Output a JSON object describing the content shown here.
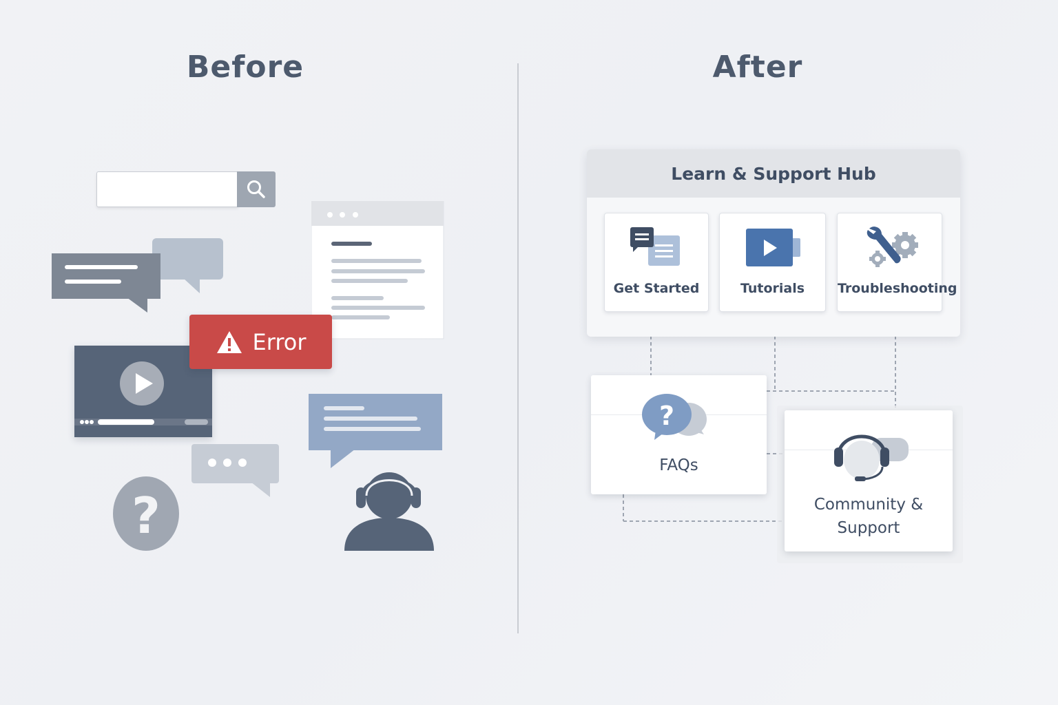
{
  "before": {
    "heading": "Before",
    "error_label": "Error"
  },
  "after": {
    "heading": "After",
    "hub": {
      "title": "Learn & Support Hub",
      "cards": [
        {
          "label": "Get Started",
          "icon": "chat-document-icon"
        },
        {
          "label": "Tutorials",
          "icon": "video-play-icon"
        },
        {
          "label": "Troubleshooting",
          "icon": "wrench-gears-icon"
        }
      ]
    },
    "faqs": {
      "label": "FAQs",
      "icon": "question-bubble-icon"
    },
    "community": {
      "label_line1": "Community &",
      "label_line2": "Support",
      "icon": "headset-icon"
    }
  },
  "colors": {
    "error": "#c94a48",
    "heading": "#4d5a6d",
    "accent_blue": "#4a74ad",
    "slate": "#566478"
  }
}
